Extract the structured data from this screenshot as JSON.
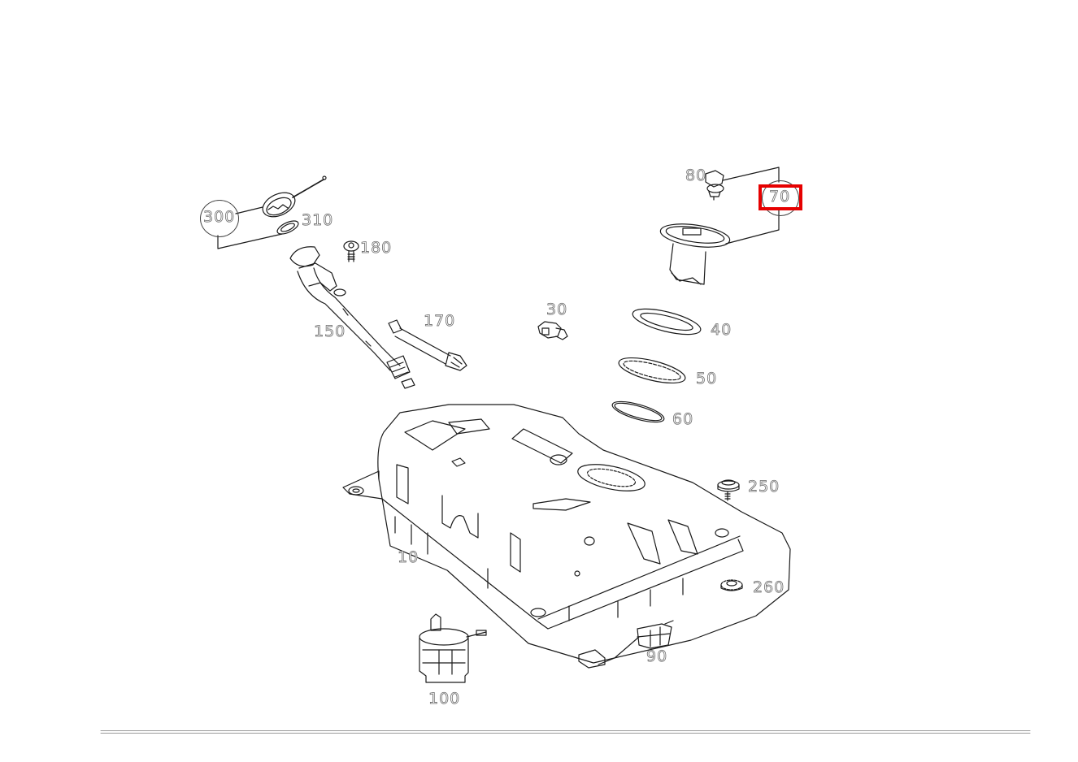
{
  "diagram": {
    "title": "Fuel tank exploded parts diagram",
    "highlighted_part": "70",
    "highlight_color": "#e60000",
    "line_color": "#1a1a1a",
    "label_color": "#6a6a6a",
    "parts": [
      {
        "id": "10",
        "label": "10",
        "name": "fuel-tank"
      },
      {
        "id": "30",
        "label": "30",
        "name": "valve-clip"
      },
      {
        "id": "40",
        "label": "40",
        "name": "gasket-ring-flange"
      },
      {
        "id": "50",
        "label": "50",
        "name": "lock-ring"
      },
      {
        "id": "60",
        "label": "60",
        "name": "seal-ring"
      },
      {
        "id": "70",
        "label": "70",
        "name": "fuel-pump-flange-assembly"
      },
      {
        "id": "80",
        "label": "80",
        "name": "pressure-regulator"
      },
      {
        "id": "90",
        "label": "90",
        "name": "fuel-level-sensor"
      },
      {
        "id": "100",
        "label": "100",
        "name": "fuel-pump-module"
      },
      {
        "id": "150",
        "label": "150",
        "name": "filler-neck"
      },
      {
        "id": "170",
        "label": "170",
        "name": "vent-hose"
      },
      {
        "id": "180",
        "label": "180",
        "name": "screw"
      },
      {
        "id": "250",
        "label": "250",
        "name": "mounting-bolt"
      },
      {
        "id": "260",
        "label": "260",
        "name": "nut"
      },
      {
        "id": "300",
        "label": "300",
        "name": "filler-cap-assembly"
      },
      {
        "id": "310",
        "label": "310",
        "name": "cap-seal"
      }
    ]
  }
}
